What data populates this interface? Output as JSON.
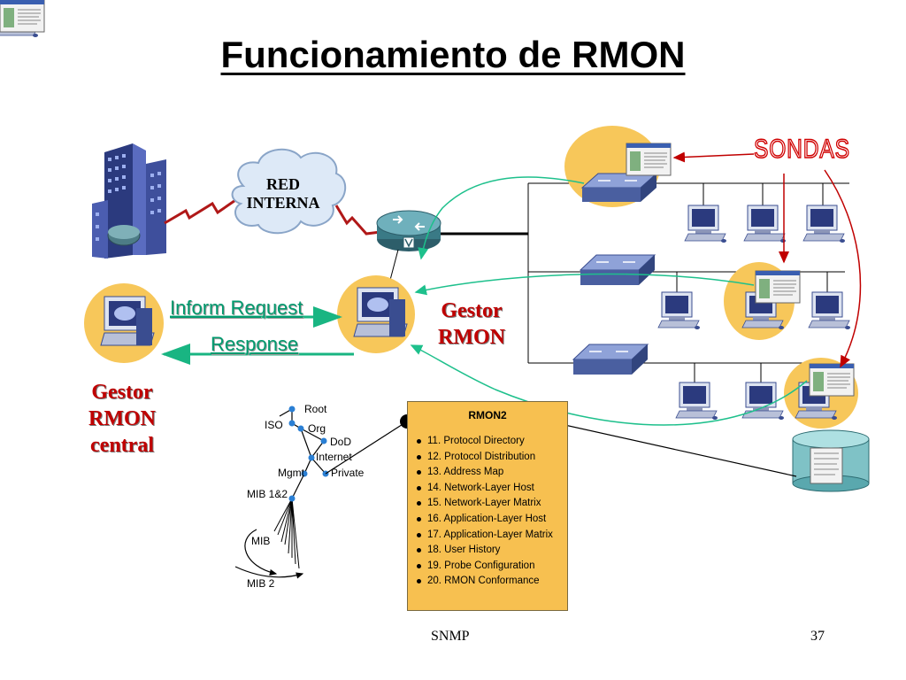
{
  "title": "Funcionamiento de RMON",
  "cloud_label": "RED\nINTERNA",
  "cloud_label_lines": [
    "RED",
    "INTERNA"
  ],
  "gestor_rmon_lines": [
    "Gestor",
    "RMON"
  ],
  "gestor_central_lines": [
    "Gestor",
    "RMON",
    "central"
  ],
  "inform_request": "Inform Request",
  "response": "Response",
  "sondas": "SONDAS",
  "mib_tree": {
    "root": "Root",
    "iso": "ISO",
    "org": "Org",
    "dod": "DoD",
    "internet": "Internet",
    "mgmt": "Mgmt",
    "private": "Private",
    "mib12": "MIB 1&2",
    "mib": "MIB",
    "mib2": "MIB 2"
  },
  "rmon2": {
    "title": "RMON2",
    "items": [
      "11. Protocol Directory",
      "12. Protocol Distribution",
      "13. Address Map",
      "14. Network-Layer Host",
      "15. Network-Layer Matrix",
      "16. Application-Layer Host",
      "17. Application-Layer Matrix",
      "18. User History",
      "19. Probe Configuration",
      "20. RMON Conformance"
    ]
  },
  "footer": {
    "left": "SNMP",
    "page": "37"
  },
  "colors": {
    "red_text": "#c00000",
    "green_link": "#009a6e",
    "teal_arrow": "#1ec08c",
    "probe_halo": "#f7c75a",
    "rmon2_box": "#f7c050",
    "wan_link": "#b01818"
  }
}
